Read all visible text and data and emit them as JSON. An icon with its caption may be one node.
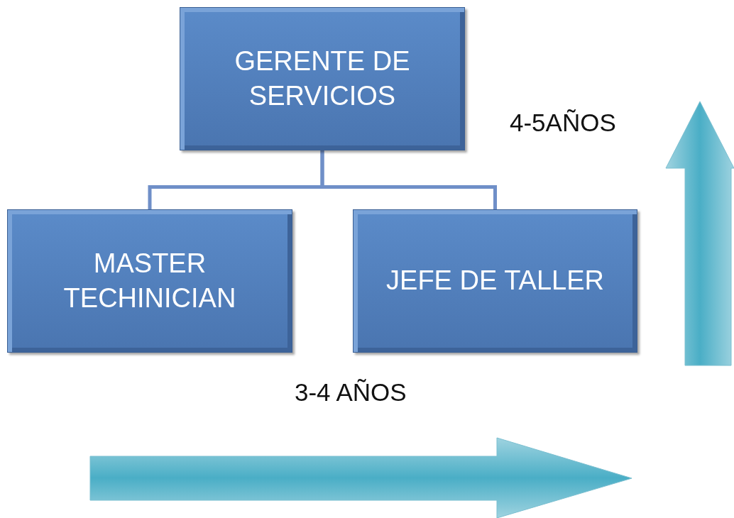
{
  "diagram": {
    "nodes": [
      {
        "text": [
          "GERENTE DE SERVICIOS"
        ]
      },
      {
        "text": [
          "MASTER TECHINICIAN"
        ]
      },
      {
        "text": [
          "JEFE DE TALLER"
        ]
      }
    ],
    "edges": [
      {
        "from": 0,
        "to": 1,
        "arrow": "none"
      },
      {
        "from": 0,
        "to": 2,
        "arrow": "none"
      }
    ],
    "labels": [
      "4-5AÑOS",
      "3-4 AÑOS"
    ]
  }
}
